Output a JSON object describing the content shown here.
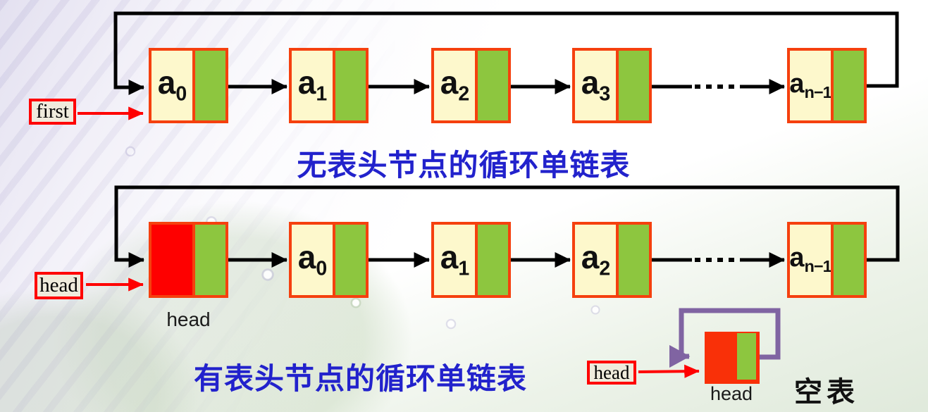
{
  "list1": {
    "caption": "无表头节点的循环单链表",
    "pointer_label": "first",
    "nodes": [
      {
        "base": "a",
        "sub": "0"
      },
      {
        "base": "a",
        "sub": "1"
      },
      {
        "base": "a",
        "sub": "2"
      },
      {
        "base": "a",
        "sub": "3"
      },
      {
        "base": "a",
        "sub": "n−1"
      }
    ]
  },
  "list2": {
    "caption": "有表头节点的循环单链表",
    "pointer_label": "head",
    "head_node_caption": "head",
    "nodes": [
      {
        "base": "a",
        "sub": "0"
      },
      {
        "base": "a",
        "sub": "1"
      },
      {
        "base": "a",
        "sub": "2"
      },
      {
        "base": "a",
        "sub": "n−1"
      }
    ]
  },
  "empty_list": {
    "caption": "空表",
    "pointer_label": "head",
    "node_caption": "head"
  },
  "colors": {
    "node_border": "#f5400e",
    "cell_bg": "#fdf8cc",
    "pointer_bg": "#8dc63f",
    "head_fill": "#fe0000",
    "empty_fill": "#f93008",
    "caption_blue": "#2222cc",
    "arrow_black": "#000000",
    "arrow_red": "#ff0000",
    "loop_purple": "#8064a2",
    "tag_bg": "#efebdc"
  }
}
